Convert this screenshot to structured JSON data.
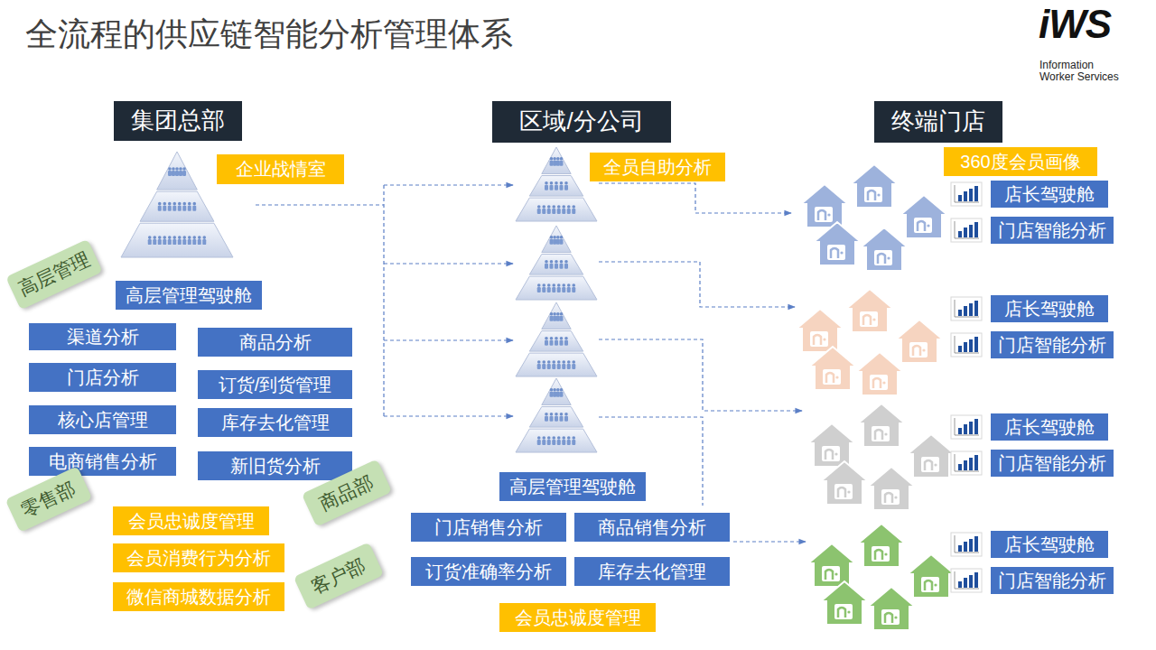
{
  "diagram": {
    "title": "全流程的供应链智能分析管理体系",
    "nodes": [
      {
        "text": [
          "集团总部"
        ]
      },
      {
        "text": [
          "区域/分公司"
        ]
      },
      {
        "text": [
          "终端门店"
        ]
      },
      {
        "text": [
          "企业战情室"
        ]
      },
      {
        "text": [
          "全员自助分析"
        ]
      },
      {
        "text": [
          "360度会员画像"
        ]
      },
      {
        "text": [
          "高层管理"
        ]
      },
      {
        "text": [
          "高层管理驾驶舱"
        ]
      },
      {
        "text": [
          "渠道分析"
        ]
      },
      {
        "text": [
          "商品分析"
        ]
      },
      {
        "text": [
          "门店分析"
        ]
      },
      {
        "text": [
          "订货/到货管理"
        ]
      },
      {
        "text": [
          "核心店管理"
        ]
      },
      {
        "text": [
          "库存去化管理"
        ]
      },
      {
        "text": [
          "电商销售分析"
        ]
      },
      {
        "text": [
          "新旧货分析"
        ]
      },
      {
        "text": [
          "零售部"
        ]
      },
      {
        "text": [
          "商品部"
        ]
      },
      {
        "text": [
          "会员忠诚度管理"
        ]
      },
      {
        "text": [
          "会员消费行为分析"
        ]
      },
      {
        "text": [
          "客户部"
        ]
      },
      {
        "text": [
          "微信商城数据分析"
        ]
      },
      {
        "text": [
          "高层管理驾驶舱"
        ]
      },
      {
        "text": [
          "门店销售分析"
        ]
      },
      {
        "text": [
          "商品销售分析"
        ]
      },
      {
        "text": [
          "订货准确率分析"
        ]
      },
      {
        "text": [
          "库存去化管理"
        ]
      },
      {
        "text": [
          "会员忠诚度管理"
        ]
      },
      {
        "text": [
          "店长驾驶舱"
        ]
      },
      {
        "text": [
          "门店智能分析"
        ]
      },
      {
        "text": [
          "店长驾驶舱"
        ]
      },
      {
        "text": [
          "门店智能分析"
        ]
      },
      {
        "text": [
          "店长驾驶舱"
        ]
      },
      {
        "text": [
          "门店智能分析"
        ]
      },
      {
        "text": [
          "店长驾驶舱"
        ]
      },
      {
        "text": [
          "门店智能分析"
        ]
      }
    ],
    "labels": [
      "iWS",
      "Information Worker Services"
    ]
  }
}
